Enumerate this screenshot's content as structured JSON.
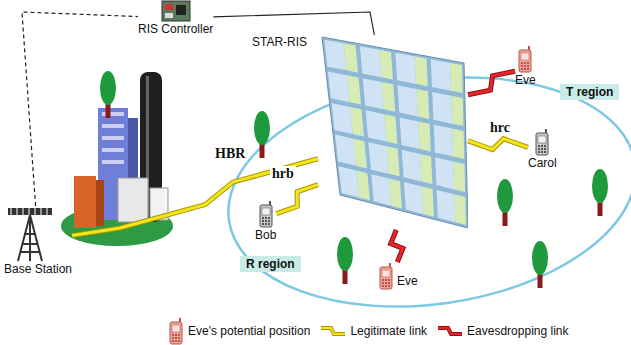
{
  "diagram": {
    "nodes": [
      {
        "text": [
          "RIS Controller"
        ]
      },
      {
        "text": [
          "STAR-RIS"
        ]
      },
      {
        "text": [
          "Base Station"
        ]
      },
      {
        "text": [
          "Eve"
        ]
      },
      {
        "text": [
          "T region"
        ]
      },
      {
        "text": [
          "Carol"
        ]
      },
      {
        "text": [
          "Bob"
        ]
      },
      {
        "text": [
          "Eve"
        ]
      },
      {
        "text": [
          "R region"
        ]
      }
    ],
    "edges": [
      {
        "from": 2,
        "to": 0,
        "arrow": "none"
      },
      {
        "from": 0,
        "to": 1,
        "arrow": "none"
      },
      {
        "from": 2,
        "to": 1,
        "label": "HBR",
        "arrow": "none"
      },
      {
        "from": 1,
        "to": 5,
        "label": "hrc",
        "arrow": "none"
      },
      {
        "from": 1,
        "to": 6,
        "label": "hrb",
        "arrow": "none"
      },
      {
        "from": 1,
        "to": 3,
        "arrow": "none"
      },
      {
        "from": 1,
        "to": 7,
        "arrow": "none"
      }
    ],
    "legend": [
      {
        "text": "Eve's potential position"
      },
      {
        "text": "Legitimate link"
      },
      {
        "text": "Eavesdropping link"
      }
    ]
  }
}
